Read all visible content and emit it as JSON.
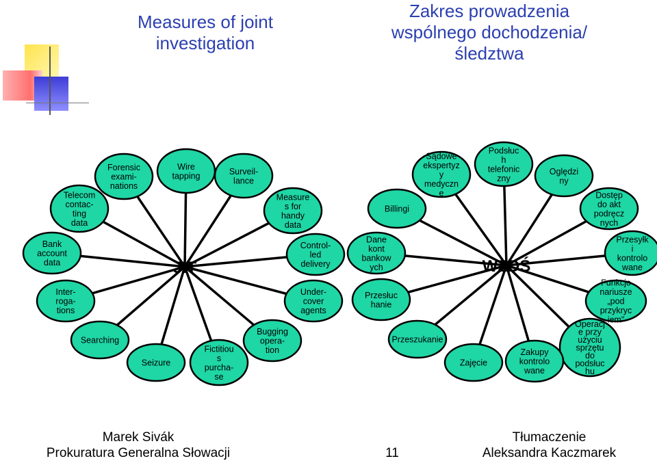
{
  "titles": {
    "left": [
      "Measures of joint",
      "investigation"
    ],
    "right": [
      "Zakres prowadzenia",
      "wspólnego dochodzenia/",
      "śledztwa"
    ]
  },
  "colors": {
    "title": "#2b3fb0",
    "node_fill": "#1fd6a5",
    "deco_yellow": "#ffe44d",
    "deco_red": "#ff6f6f",
    "deco_blue": "#3d3dd6"
  },
  "left_diagram": {
    "hub_label": "JIT",
    "nodes": [
      {
        "id": "telecom",
        "lines": [
          "Telecom",
          "contac-",
          "ting",
          "data"
        ]
      },
      {
        "id": "forensic",
        "lines": [
          "Forensic",
          "exami-",
          "nations"
        ]
      },
      {
        "id": "wire-tapping",
        "lines": [
          "Wire",
          "tapping"
        ]
      },
      {
        "id": "surveillance",
        "lines": [
          "Surveil-",
          "lance"
        ]
      },
      {
        "id": "measures-for-handy-data",
        "lines": [
          "Measure",
          "s for",
          "handy",
          "data"
        ]
      },
      {
        "id": "controlled-delivery",
        "lines": [
          "Control-",
          "led",
          "delivery"
        ]
      },
      {
        "id": "undercover-agents",
        "lines": [
          "Under-",
          "cover",
          "agents"
        ]
      },
      {
        "id": "bugging-operation",
        "lines": [
          "Bugging",
          "opera-",
          "tion"
        ]
      },
      {
        "id": "fictitious-purchase",
        "lines": [
          "Fictitiou",
          "s",
          "purcha-",
          "se"
        ]
      },
      {
        "id": "seizure",
        "lines": [
          "Seizure"
        ]
      },
      {
        "id": "searching",
        "lines": [
          "Searching"
        ]
      },
      {
        "id": "interrogations",
        "lines": [
          "Inter-",
          "roga-",
          "tions"
        ]
      },
      {
        "id": "bank-account-data",
        "lines": [
          "Bank",
          "account",
          "data"
        ]
      }
    ]
  },
  "right_diagram": {
    "hub_label": "WZDŚ",
    "nodes": [
      {
        "id": "billingi",
        "lines": [
          "Billingi"
        ]
      },
      {
        "id": "sadowe-ekspertyzy",
        "lines": [
          "Sądowe",
          "ekspertyz",
          "y",
          "medyczn",
          "e"
        ]
      },
      {
        "id": "podsluch-telefoniczny",
        "lines": [
          "Podsłuc",
          "h",
          "telefonic",
          "zny"
        ]
      },
      {
        "id": "ogledziny",
        "lines": [
          "Oględzi",
          "ny"
        ]
      },
      {
        "id": "dostep-do-akt",
        "lines": [
          "Dostęp",
          "do akt",
          "podręcz",
          "nych"
        ]
      },
      {
        "id": "przesylki-kontrolowane",
        "lines": [
          "Przesyłk",
          "i",
          "kontrolo",
          "wane"
        ]
      },
      {
        "id": "funkcjonariusze-pod-przykryciem",
        "lines": [
          "Funkcjo",
          "nariusze",
          "„pod",
          "przykryc",
          "iem\""
        ]
      },
      {
        "id": "operacje-przy-uzyciu-sprzetu",
        "lines": [
          "Operacj",
          "e przy",
          "użyciu",
          "sprzętu",
          "do",
          "podsłuc",
          "hu"
        ]
      },
      {
        "id": "zakupy-kontrolowane",
        "lines": [
          "Zakupy",
          "kontrolo",
          "wane"
        ]
      },
      {
        "id": "zajecie",
        "lines": [
          "Zajęcie"
        ]
      },
      {
        "id": "przeszukanie",
        "lines": [
          "Przeszukanie"
        ]
      },
      {
        "id": "przesluchanie",
        "lines": [
          "Przesłuc",
          "hanie"
        ]
      },
      {
        "id": "dane-kont-bankowych",
        "lines": [
          "Dane",
          "kont",
          "bankow",
          "ych"
        ]
      }
    ]
  },
  "footer": {
    "author_name": "Marek Sivák",
    "author_org": "Prokuratura Generalna Słowacji",
    "page_number": "11",
    "translator_label": "Tłumaczenie",
    "translator_name": "Aleksandra Kaczmarek"
  }
}
